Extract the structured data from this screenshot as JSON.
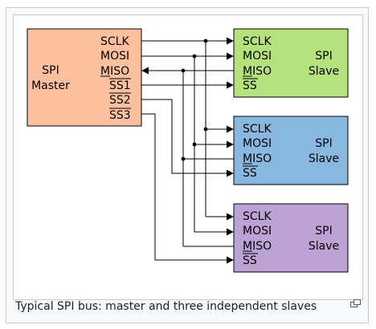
{
  "master": {
    "line1": "SPI",
    "line2": "Master",
    "color": "#fdc09f"
  },
  "master_pins": [
    "SCLK",
    "MOSI",
    "MISO",
    "SS1",
    "SS2",
    "SS3"
  ],
  "slaves": [
    {
      "pins": [
        "SCLK",
        "MOSI",
        "MISO",
        "SS"
      ],
      "line1": "SPI",
      "line2": "Slave",
      "color": "#b6e27d"
    },
    {
      "pins": [
        "SCLK",
        "MOSI",
        "MISO",
        "SS"
      ],
      "line1": "SPI",
      "line2": "Slave",
      "color": "#88b8e0"
    },
    {
      "pins": [
        "SCLK",
        "MOSI",
        "MISO",
        "SS"
      ],
      "line1": "SPI",
      "line2": "Slave",
      "color": "#bda2d6"
    }
  ],
  "caption": "Typical SPI bus: master and three independent slaves",
  "enlarge_icon": "enlarge-icon"
}
